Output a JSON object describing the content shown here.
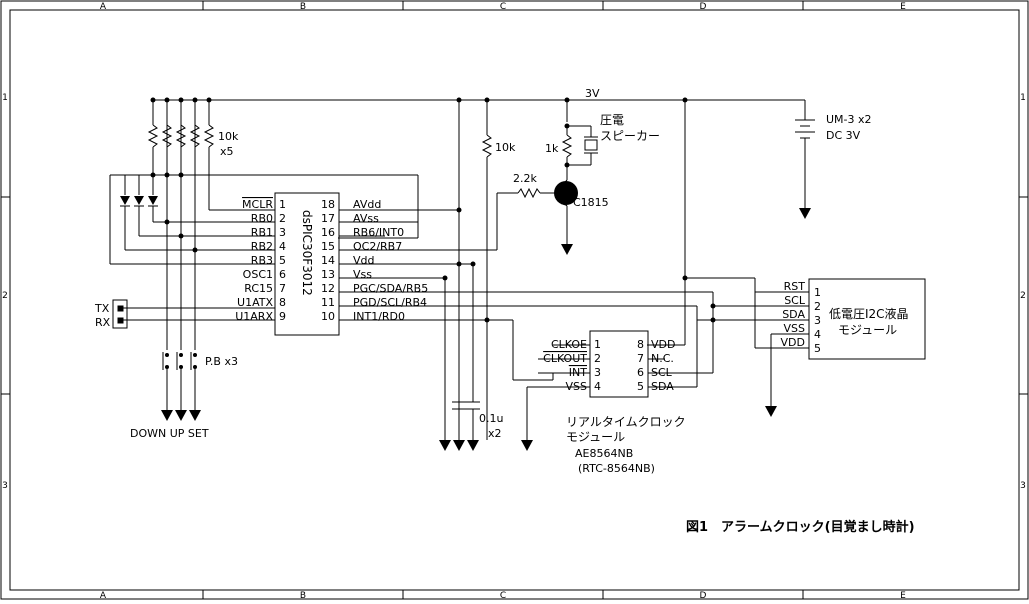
{
  "frame": {
    "columns": [
      "A",
      "B",
      "C",
      "D",
      "E"
    ],
    "rows": [
      "1",
      "2",
      "3"
    ]
  },
  "mcu": {
    "part": "dsPIC30F3012",
    "left_pins": [
      {
        "num": "1",
        "name": "MCLR"
      },
      {
        "num": "2",
        "name": "RB0"
      },
      {
        "num": "3",
        "name": "RB1"
      },
      {
        "num": "4",
        "name": "RB2"
      },
      {
        "num": "5",
        "name": "RB3"
      },
      {
        "num": "6",
        "name": "OSC1"
      },
      {
        "num": "7",
        "name": "RC15"
      },
      {
        "num": "8",
        "name": "U1ATX"
      },
      {
        "num": "9",
        "name": "U1ARX"
      }
    ],
    "right_pins": [
      {
        "num": "18",
        "name": "AVdd"
      },
      {
        "num": "17",
        "name": "AVss"
      },
      {
        "num": "16",
        "name": "RB6/INT0"
      },
      {
        "num": "15",
        "name": "OC2/RB7"
      },
      {
        "num": "14",
        "name": "Vdd"
      },
      {
        "num": "13",
        "name": "Vss"
      },
      {
        "num": "12",
        "name": "PGC/SDA/RB5"
      },
      {
        "num": "11",
        "name": "PGD/SCL/RB4"
      },
      {
        "num": "10",
        "name": "INT1/RD0"
      }
    ]
  },
  "rtc": {
    "left_pins": [
      {
        "num": "1",
        "name": "CLKOE"
      },
      {
        "num": "2",
        "name": "CLKOUT"
      },
      {
        "num": "3",
        "name": "INT"
      },
      {
        "num": "4",
        "name": "VSS"
      }
    ],
    "right_pins": [
      {
        "num": "8",
        "name": "VDD"
      },
      {
        "num": "7",
        "name": "N.C."
      },
      {
        "num": "6",
        "name": "SCL"
      },
      {
        "num": "5",
        "name": "SDA"
      }
    ],
    "label1": "リアルタイムクロック",
    "label2": "モジュール",
    "part1": "AE8564NB",
    "part2": "(RTC-8564NB)"
  },
  "lcd": {
    "pins": [
      {
        "num": "1",
        "name": "RST"
      },
      {
        "num": "2",
        "name": "SCL"
      },
      {
        "num": "3",
        "name": "SDA"
      },
      {
        "num": "4",
        "name": "VSS"
      },
      {
        "num": "5",
        "name": "VDD"
      }
    ],
    "label1": "低電圧I2C液晶",
    "label2": "モジュール"
  },
  "labels": {
    "supply": "3V",
    "res_array": "10k",
    "res_array_qty": "x5",
    "res_pullup": "10k",
    "res_base": "2.2k",
    "res_spk": "1k",
    "speaker1": "圧電",
    "speaker2": "スピーカー",
    "transistor": "C1815",
    "battery1": "UM-3 x2",
    "battery2": "DC 3V",
    "cap": "0.1u",
    "cap_qty": "x2",
    "tx": "TX",
    "rx": "RX",
    "switches": "P.B x3",
    "buttons": "DOWN UP SET",
    "caption": "図1　アラームクロック(目覚まし時計)"
  }
}
